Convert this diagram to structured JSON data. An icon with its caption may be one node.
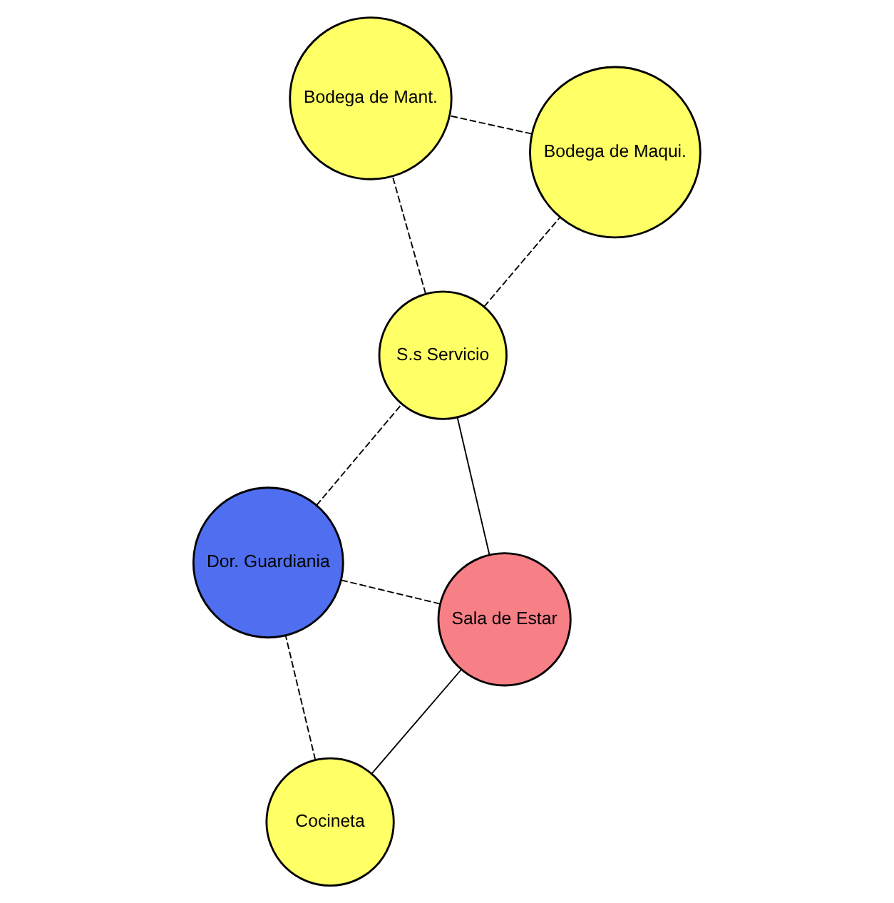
{
  "diagram": {
    "nodes": [
      {
        "text": [
          "Cocineta"
        ]
      },
      {
        "text": [
          "Sala de Estar"
        ]
      },
      {
        "text": [
          "Dor. Guardiania"
        ]
      },
      {
        "text": [
          "S.s Servicio"
        ]
      },
      {
        "text": [
          "Bodega de Maqui."
        ]
      },
      {
        "text": [
          "Bodega de Mant."
        ]
      }
    ],
    "edges": [
      {
        "from": 1,
        "to": 0,
        "arrow": "none"
      },
      {
        "from": 0,
        "to": 2,
        "arrow": "none",
        "style": "dashed"
      },
      {
        "from": 1,
        "to": 2,
        "arrow": "none",
        "style": "dashed"
      },
      {
        "from": 1,
        "to": 3,
        "arrow": "none"
      },
      {
        "from": 2,
        "to": 3,
        "arrow": "none",
        "style": "dashed"
      },
      {
        "from": 3,
        "to": 4,
        "arrow": "none",
        "style": "dashed"
      },
      {
        "from": 3,
        "to": 5,
        "arrow": "none",
        "style": "dashed"
      },
      {
        "from": 4,
        "to": 5,
        "arrow": "none",
        "style": "dashed"
      }
    ]
  }
}
